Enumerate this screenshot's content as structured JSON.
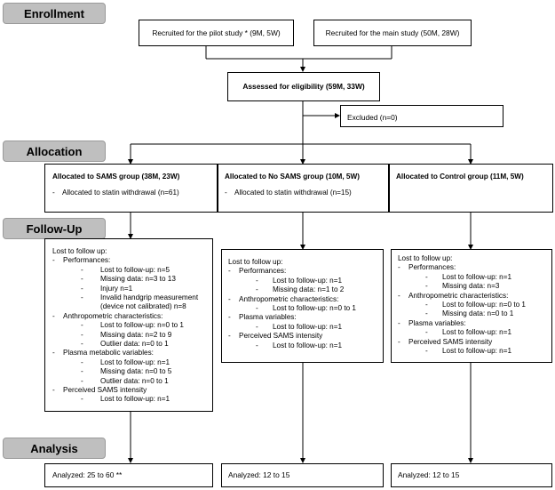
{
  "stages": {
    "enrollment": "Enrollment",
    "allocation": "Allocation",
    "followup": "Follow-Up",
    "analysis": "Analysis"
  },
  "recruit": {
    "pilot": "Recruited for the pilot study * (9M, 5W)",
    "main": "Recruited for the main study (50M, 28W)"
  },
  "assessed": "Assessed for eligibility (59M, 33W)",
  "excluded": "Excluded (n=0)",
  "groups": {
    "sams": {
      "title": "Allocated to SAMS group (38M, 23W)",
      "sub": "Allocated to statin withdrawal (n=61)",
      "followup": {
        "heading": "Lost to follow up:",
        "performances": "Performances:",
        "perf": [
          "Lost to follow-up: n=5",
          "Missing data: n=3 to 13",
          "Injury n=1",
          "Invalid handgrip measurement",
          "(device not calibrated) n=8"
        ],
        "anthro": "Anthropometric characteristics:",
        "anth": [
          "Lost to follow-up: n=0 to 1",
          "Missing data: n=2 to 9",
          "Outlier data: n=0 to 1"
        ],
        "plasma": "Plasma metabolic variables:",
        "plas": [
          "Lost to follow-up: n=1",
          "Missing data: n=0 to 5",
          "Outlier data: n=0 to 1"
        ],
        "perceived": "Perceived SAMS intensity",
        "perc": [
          "Lost to follow-up: n=1"
        ]
      },
      "analysis": "Analyzed: 25 to 60 **"
    },
    "nosams": {
      "title": "Allocated to No SAMS group (10M, 5W)",
      "sub": "Allocated to statin withdrawal (n=15)",
      "followup": {
        "heading": "Lost to follow up:",
        "performances": "Performances:",
        "perf": [
          "Lost to follow-up: n=1",
          "Missing data: n=1 to 2"
        ],
        "anthro": "Anthropometric characteristics:",
        "anth": [
          "Lost to follow-up: n=0 to 1"
        ],
        "plasma": "Plasma variables:",
        "plas": [
          "Lost to follow-up: n=1"
        ],
        "perceived": "Perceived SAMS intensity",
        "perc": [
          "Lost to follow-up: n=1"
        ]
      },
      "analysis": "Analyzed: 12 to 15"
    },
    "control": {
      "title": "Allocated to Control group (11M, 5W)",
      "followup": {
        "heading": "Lost to follow up:",
        "performances": "Performances:",
        "perf": [
          "Lost to follow-up: n=1",
          "Missing data: n=3"
        ],
        "anthro": "Anthropometric characteristics:",
        "anth": [
          "Lost to follow-up: n=0 to 1",
          "Missing data: n=0 to 1"
        ],
        "plasma": "Plasma variables:",
        "plas": [
          "Lost to follow-up: n=1"
        ],
        "perceived": "Perceived SAMS intensity",
        "perc": [
          "Lost to follow-up: n=1"
        ]
      },
      "analysis": "Analyzed: 12 to 15"
    }
  }
}
